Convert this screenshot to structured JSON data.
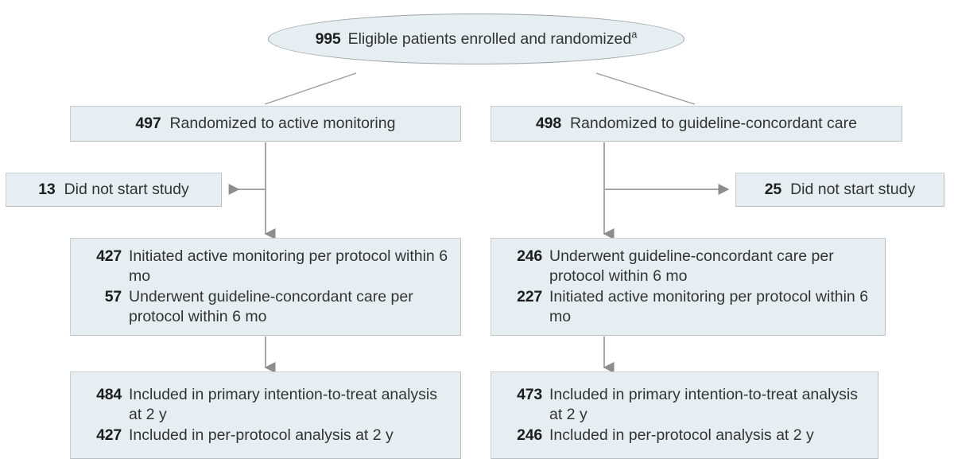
{
  "figure": {
    "type": "consort-flow-diagram",
    "colors": {
      "node_fill": "#e7eef1",
      "node_border": "#b9c0c4",
      "connector": "#9b9b9b",
      "text": "#333333",
      "number_text": "#1d1d1d",
      "background": "#ffffff"
    }
  },
  "nodes": {
    "enrolled": {
      "shape": "ellipse",
      "entries": [
        {
          "number": "995",
          "text": "Eligible patients enrolled and randomized",
          "footnote": "a"
        }
      ]
    },
    "arm_left": {
      "shape": "rect",
      "entries": [
        {
          "number": "497",
          "text": "Randomized to active monitoring"
        }
      ]
    },
    "arm_right": {
      "shape": "rect",
      "entries": [
        {
          "number": "498",
          "text": "Randomized to guideline-concordant care"
        }
      ]
    },
    "notstart_left": {
      "shape": "rect",
      "entries": [
        {
          "number": "13",
          "text": "Did not start study"
        }
      ]
    },
    "notstart_right": {
      "shape": "rect",
      "entries": [
        {
          "number": "25",
          "text": "Did not start study"
        }
      ]
    },
    "protocol_left": {
      "shape": "rect",
      "entries": [
        {
          "number": "427",
          "text": "Initiated active monitoring per protocol within 6 mo"
        },
        {
          "number": "57",
          "text": "Underwent guideline-concordant care per protocol within 6 mo"
        }
      ]
    },
    "protocol_right": {
      "shape": "rect",
      "entries": [
        {
          "number": "246",
          "text": "Underwent guideline-concordant care per protocol within 6 mo"
        },
        {
          "number": "227",
          "text": "Initiated active monitoring per protocol within 6 mo"
        }
      ]
    },
    "analysis_left": {
      "shape": "rect",
      "entries": [
        {
          "number": "484",
          "text": "Included in primary intention-to-treat analysis at 2 y"
        },
        {
          "number": "427",
          "text": "Included in per-protocol analysis at 2 y"
        }
      ]
    },
    "analysis_right": {
      "shape": "rect",
      "entries": [
        {
          "number": "473",
          "text": "Included in primary intention-to-treat analysis at 2 y"
        },
        {
          "number": "246",
          "text": "Included in per-protocol analysis at 2 y"
        }
      ]
    }
  },
  "connectors": [
    {
      "name": "enrolled-to-left-arm",
      "style": "diagonal-line",
      "arrowhead": "none"
    },
    {
      "name": "enrolled-to-right-arm",
      "style": "diagonal-line",
      "arrowhead": "none"
    },
    {
      "name": "left-arm-to-left-protocol",
      "style": "vertical-line",
      "arrowhead": "down"
    },
    {
      "name": "right-arm-to-right-protocol",
      "style": "vertical-line",
      "arrowhead": "down"
    },
    {
      "name": "left-arm-to-left-notstart",
      "style": "horizontal-branch",
      "arrowhead": "left"
    },
    {
      "name": "right-arm-to-right-notstart",
      "style": "horizontal-branch",
      "arrowhead": "right"
    },
    {
      "name": "left-protocol-to-left-analysis",
      "style": "vertical-line",
      "arrowhead": "down"
    },
    {
      "name": "right-protocol-to-right-analysis",
      "style": "vertical-line",
      "arrowhead": "down"
    }
  ]
}
